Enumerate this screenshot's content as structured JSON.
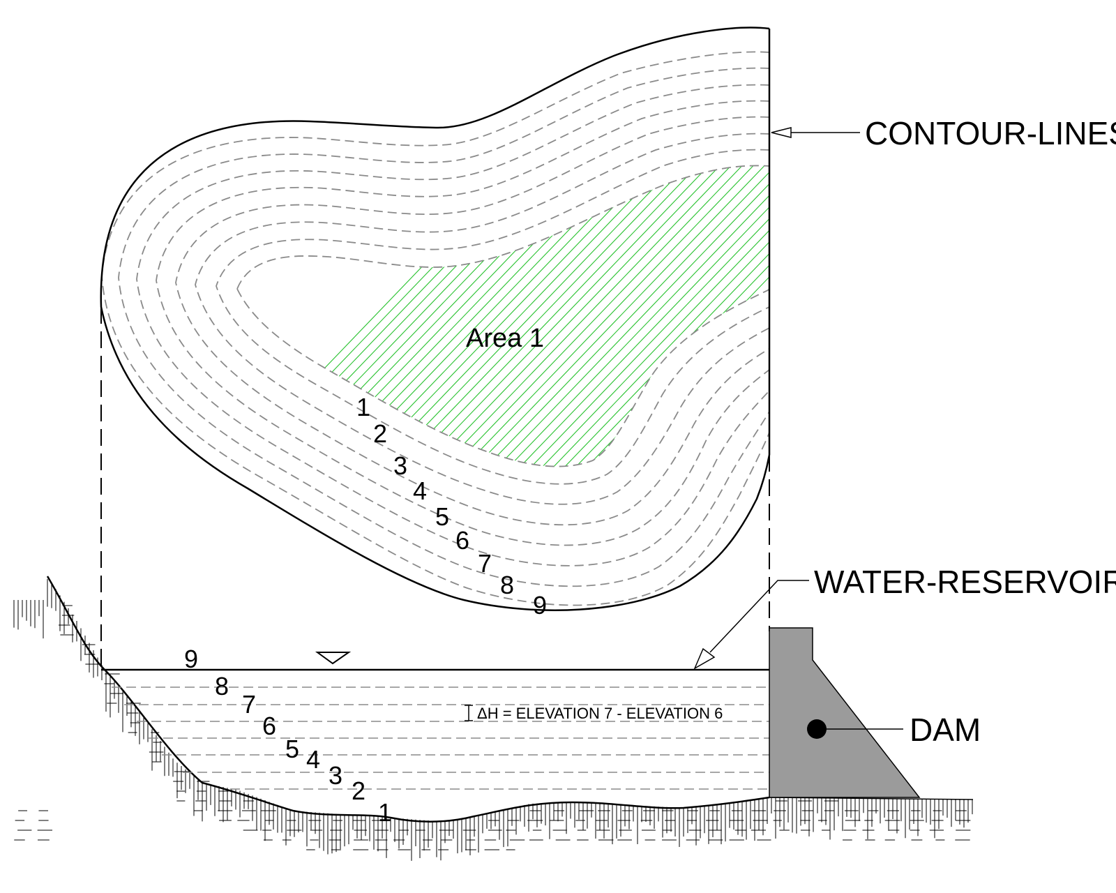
{
  "labels": {
    "contour_lines": "CONTOUR-LINES",
    "water_reservoir": "WATER-RESERVOIR",
    "dam": "DAM",
    "area": "Area 1",
    "delta_h": "ΔH = ELEVATION 7 - ELEVATION 6"
  },
  "plan_contour_numbers": [
    "1",
    "2",
    "3",
    "4",
    "5",
    "6",
    "7",
    "8",
    "9"
  ],
  "section_contour_numbers": [
    "9",
    "8",
    "7",
    "6",
    "5",
    "4",
    "3",
    "2",
    "1"
  ],
  "colors": {
    "line": "#000000",
    "contour_dash": "#8a8a8a",
    "hatch": "#27c22e",
    "dam_fill": "#9b9b9b"
  }
}
